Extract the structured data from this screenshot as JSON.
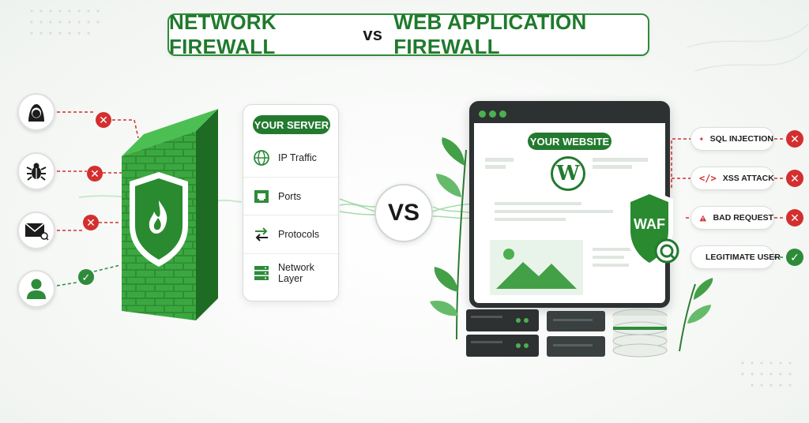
{
  "title": {
    "left": "NETWORK FIREWALL",
    "vs": "vs",
    "right": "WEB APPLICATION FIREWALL"
  },
  "left_threats": [
    {
      "icon": "hacker-icon",
      "status": "blocked",
      "mark": "✕"
    },
    {
      "icon": "bug-icon",
      "status": "blocked",
      "mark": "✕"
    },
    {
      "icon": "malicious-email-icon",
      "status": "blocked",
      "mark": "✕"
    },
    {
      "icon": "user-icon",
      "status": "allowed",
      "mark": "✓"
    }
  ],
  "server": {
    "header": "YOUR SERVER",
    "rows": [
      {
        "icon": "globe-icon",
        "label": "IP Traffic"
      },
      {
        "icon": "ethernet-port-icon",
        "label": "Ports"
      },
      {
        "icon": "arrows-exchange-icon",
        "label": "Protocols"
      },
      {
        "icon": "server-rack-icon",
        "label": "Network Layer"
      }
    ]
  },
  "vs_badge": "VS",
  "website": {
    "header": "YOUR WEBSITE",
    "logo_letter": "W",
    "shield_label": "WAF"
  },
  "right_threats": [
    {
      "icon": "bug-icon",
      "label": "SQL INJECTION",
      "status": "blocked",
      "mark": "✕"
    },
    {
      "icon": "code-icon",
      "label": "XSS ATTACK",
      "status": "blocked",
      "mark": "✕"
    },
    {
      "icon": "warning-icon",
      "label": "BAD REQUEST",
      "status": "blocked",
      "mark": "✕"
    },
    {
      "icon": "user-icon",
      "label": "LEGITIMATE USER",
      "status": "allowed",
      "mark": "✓"
    }
  ],
  "colors": {
    "brand_green": "#2e8b3a",
    "dark_green": "#1f7a2c",
    "block_red": "#d32f2f",
    "dark": "#2d3132"
  }
}
